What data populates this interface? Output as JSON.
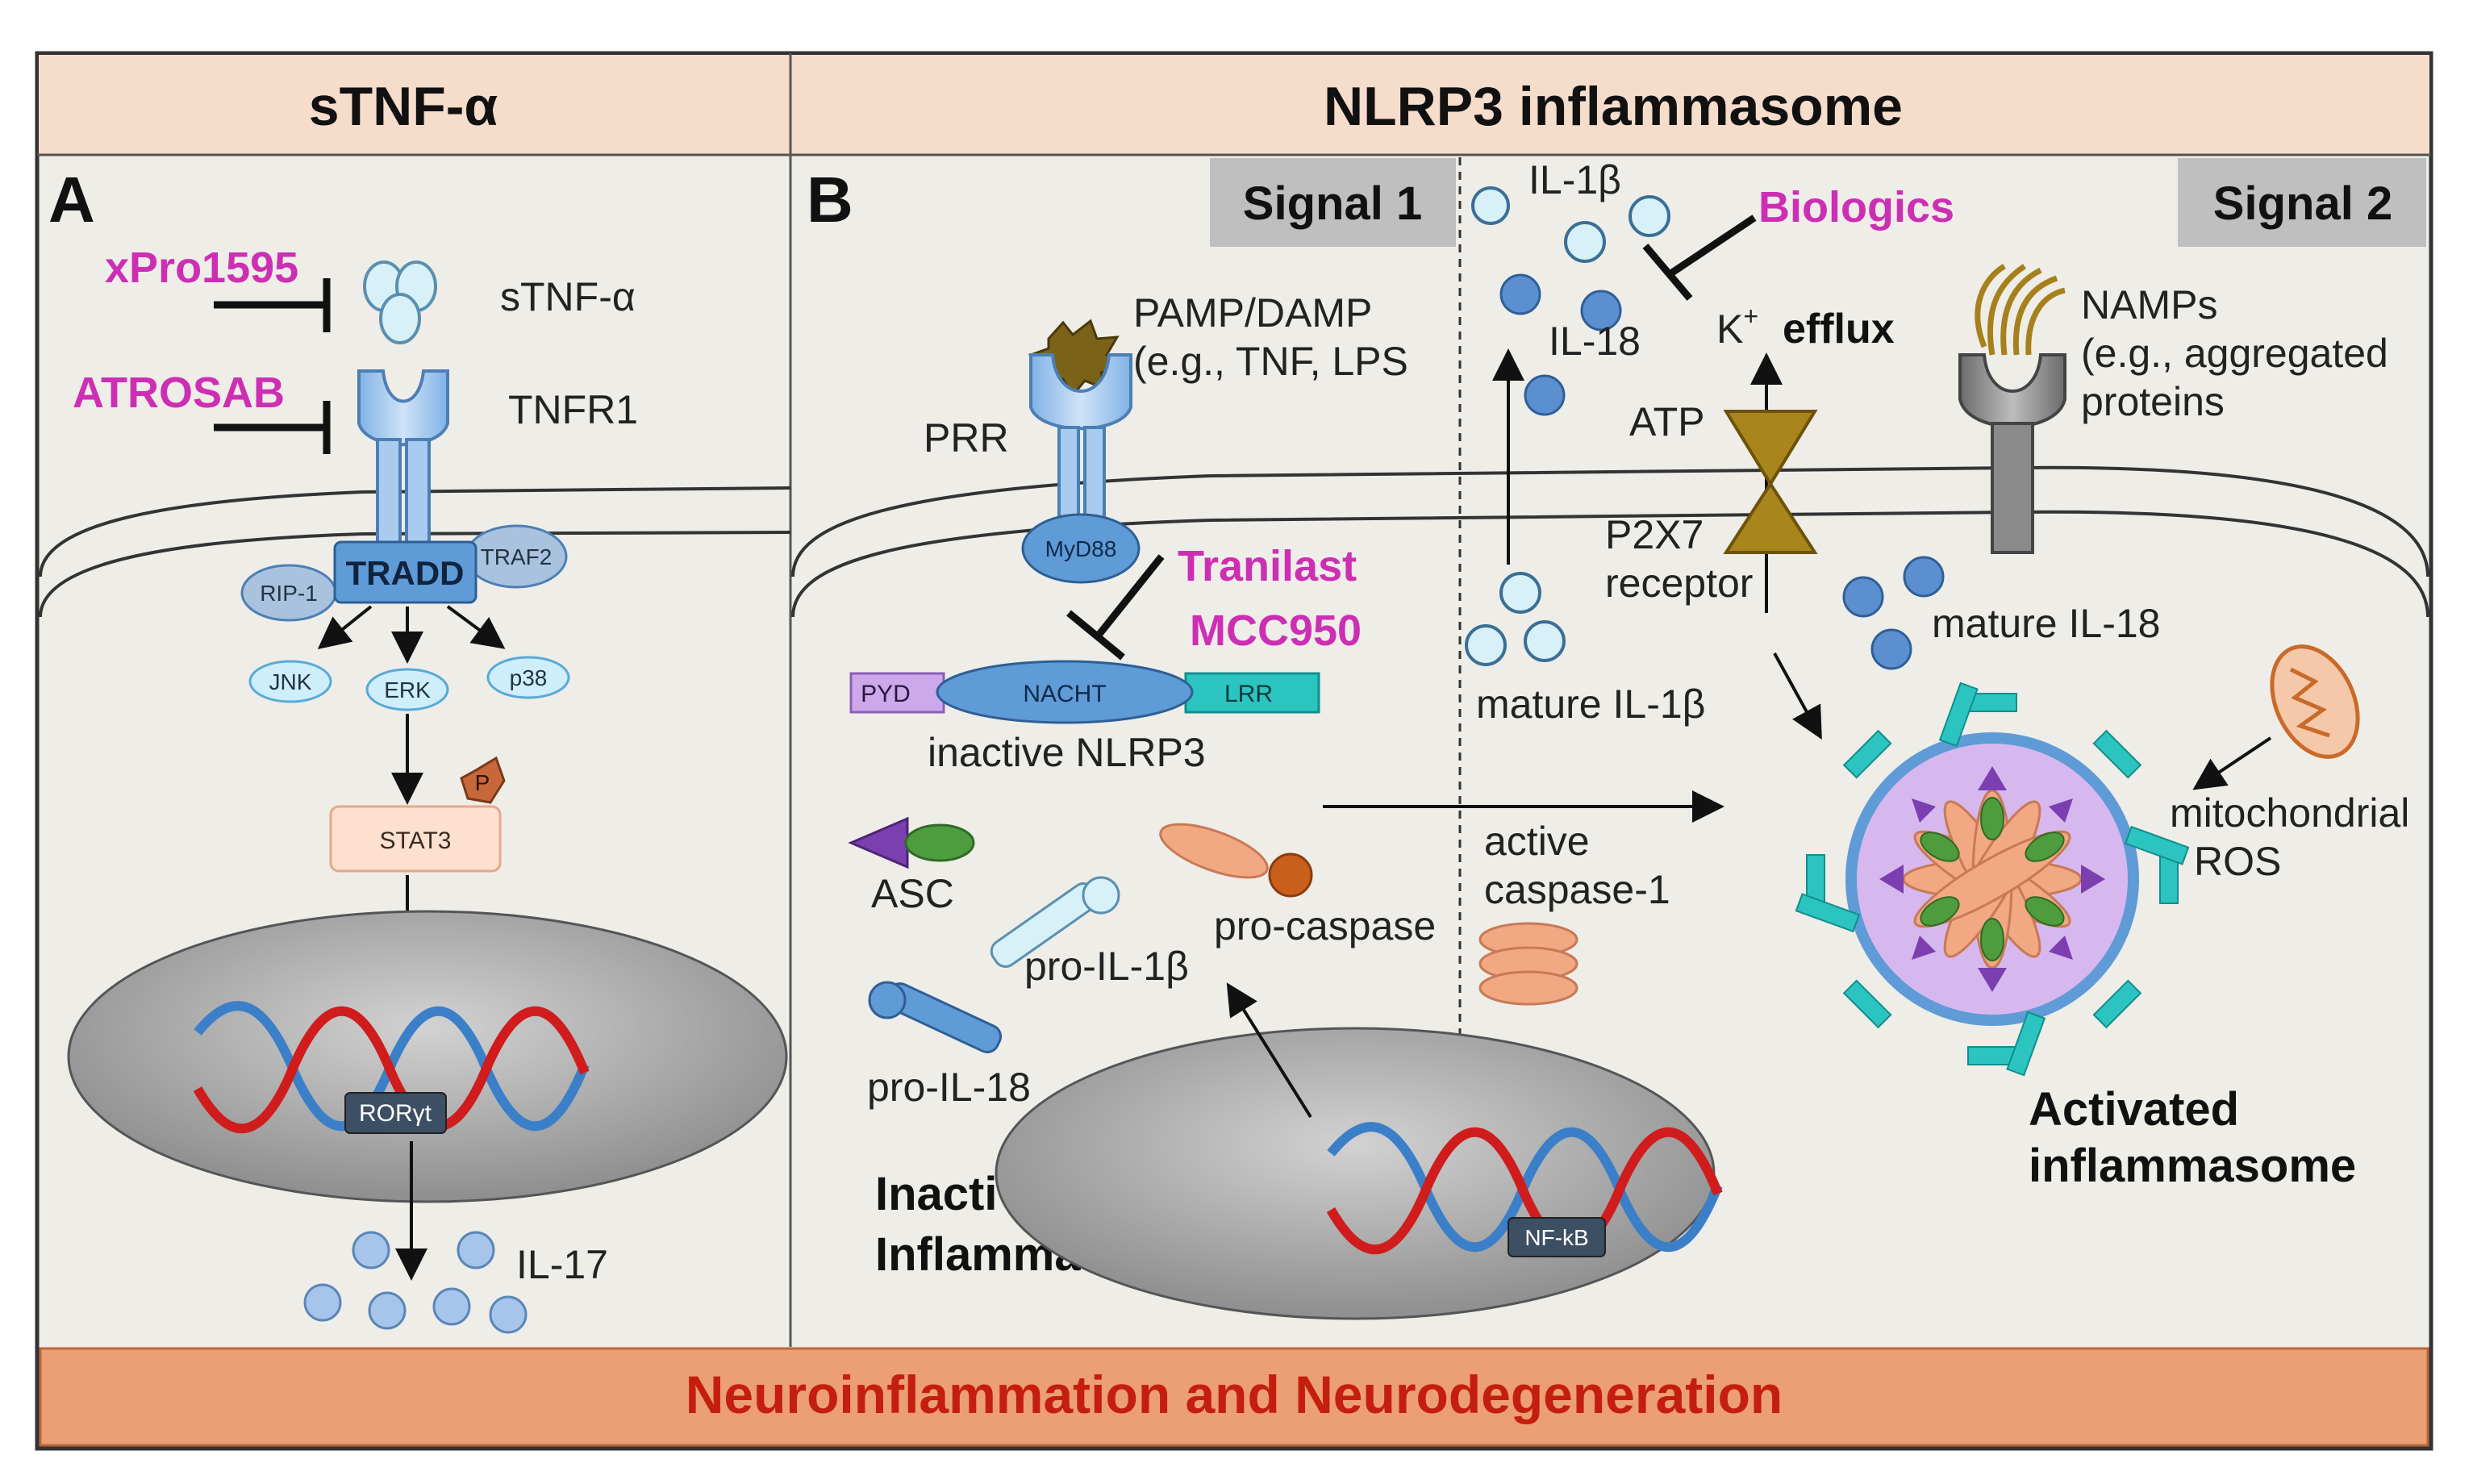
{
  "headers": {
    "left": "sTNF-α",
    "right": "NLRP3 inflammasome"
  },
  "panels": {
    "a": "A",
    "b": "B",
    "signal1": "Signal 1",
    "signal2": "Signal 2"
  },
  "panel_a": {
    "drug1": "xPro1595",
    "drug2": "ATROSAB",
    "stnf": "sTNF-α",
    "tnfr1": "TNFR1",
    "tradd": "TRADD",
    "rip1": "RIP-1",
    "traf2": "TRAF2",
    "jnk": "JNK",
    "erk": "ERK",
    "p38": "p38",
    "p": "P",
    "stat3": "STAT3",
    "rorgt": "RORγt",
    "il17": "IL-17"
  },
  "panel_b": {
    "pamp1": "PAMP/DAMP",
    "pamp2": "(e.g., TNF, LPS",
    "prr": "PRR",
    "myd88": "MyD88",
    "tranilast": "Tranilast",
    "mcc950": "MCC950",
    "pyd": "PYD",
    "nacht": "NACHT",
    "lrr": "LRR",
    "inactive_nlrp3": "inactive NLRP3",
    "asc": "ASC",
    "pro_caspase": "pro-caspase",
    "pro_il1b": "pro-IL-1β",
    "pro_il18": "pro-IL-18",
    "inactive_infl1": "Inactive",
    "inactive_infl2": "Inflammasome",
    "nfkb": "NF-kB",
    "il1b": "IL-1β",
    "il18": "IL-18",
    "biologics": "Biologics",
    "k": "K",
    "kplus": "+",
    "efflux": "efflux",
    "atp": "ATP",
    "p2x7a": "P2X7",
    "p2x7b": "receptor",
    "namps1": "NAMPs",
    "namps2": "(e.g., aggregated",
    "namps3": "proteins",
    "mature_il18": "mature IL-18",
    "mature_il1b": "mature IL-1β",
    "active_casp1": "active",
    "active_casp2": "caspase-1",
    "mito1": "mitochondrial",
    "mito2": "ROS",
    "activated1": "Activated",
    "activated2": "inflammasome"
  },
  "footer": "Neuroinflammation and Neurodegeneration",
  "colors": {
    "header_bg": "#f6dccb",
    "panel_bg": "#efede8",
    "drug": "#cc2fb4",
    "footer_bg": "#ec9e74",
    "footer_text": "#c41e10",
    "dna_red": "#d01c1c",
    "dna_blue": "#3b7fc8",
    "nucleus": "#a7a7a7"
  }
}
